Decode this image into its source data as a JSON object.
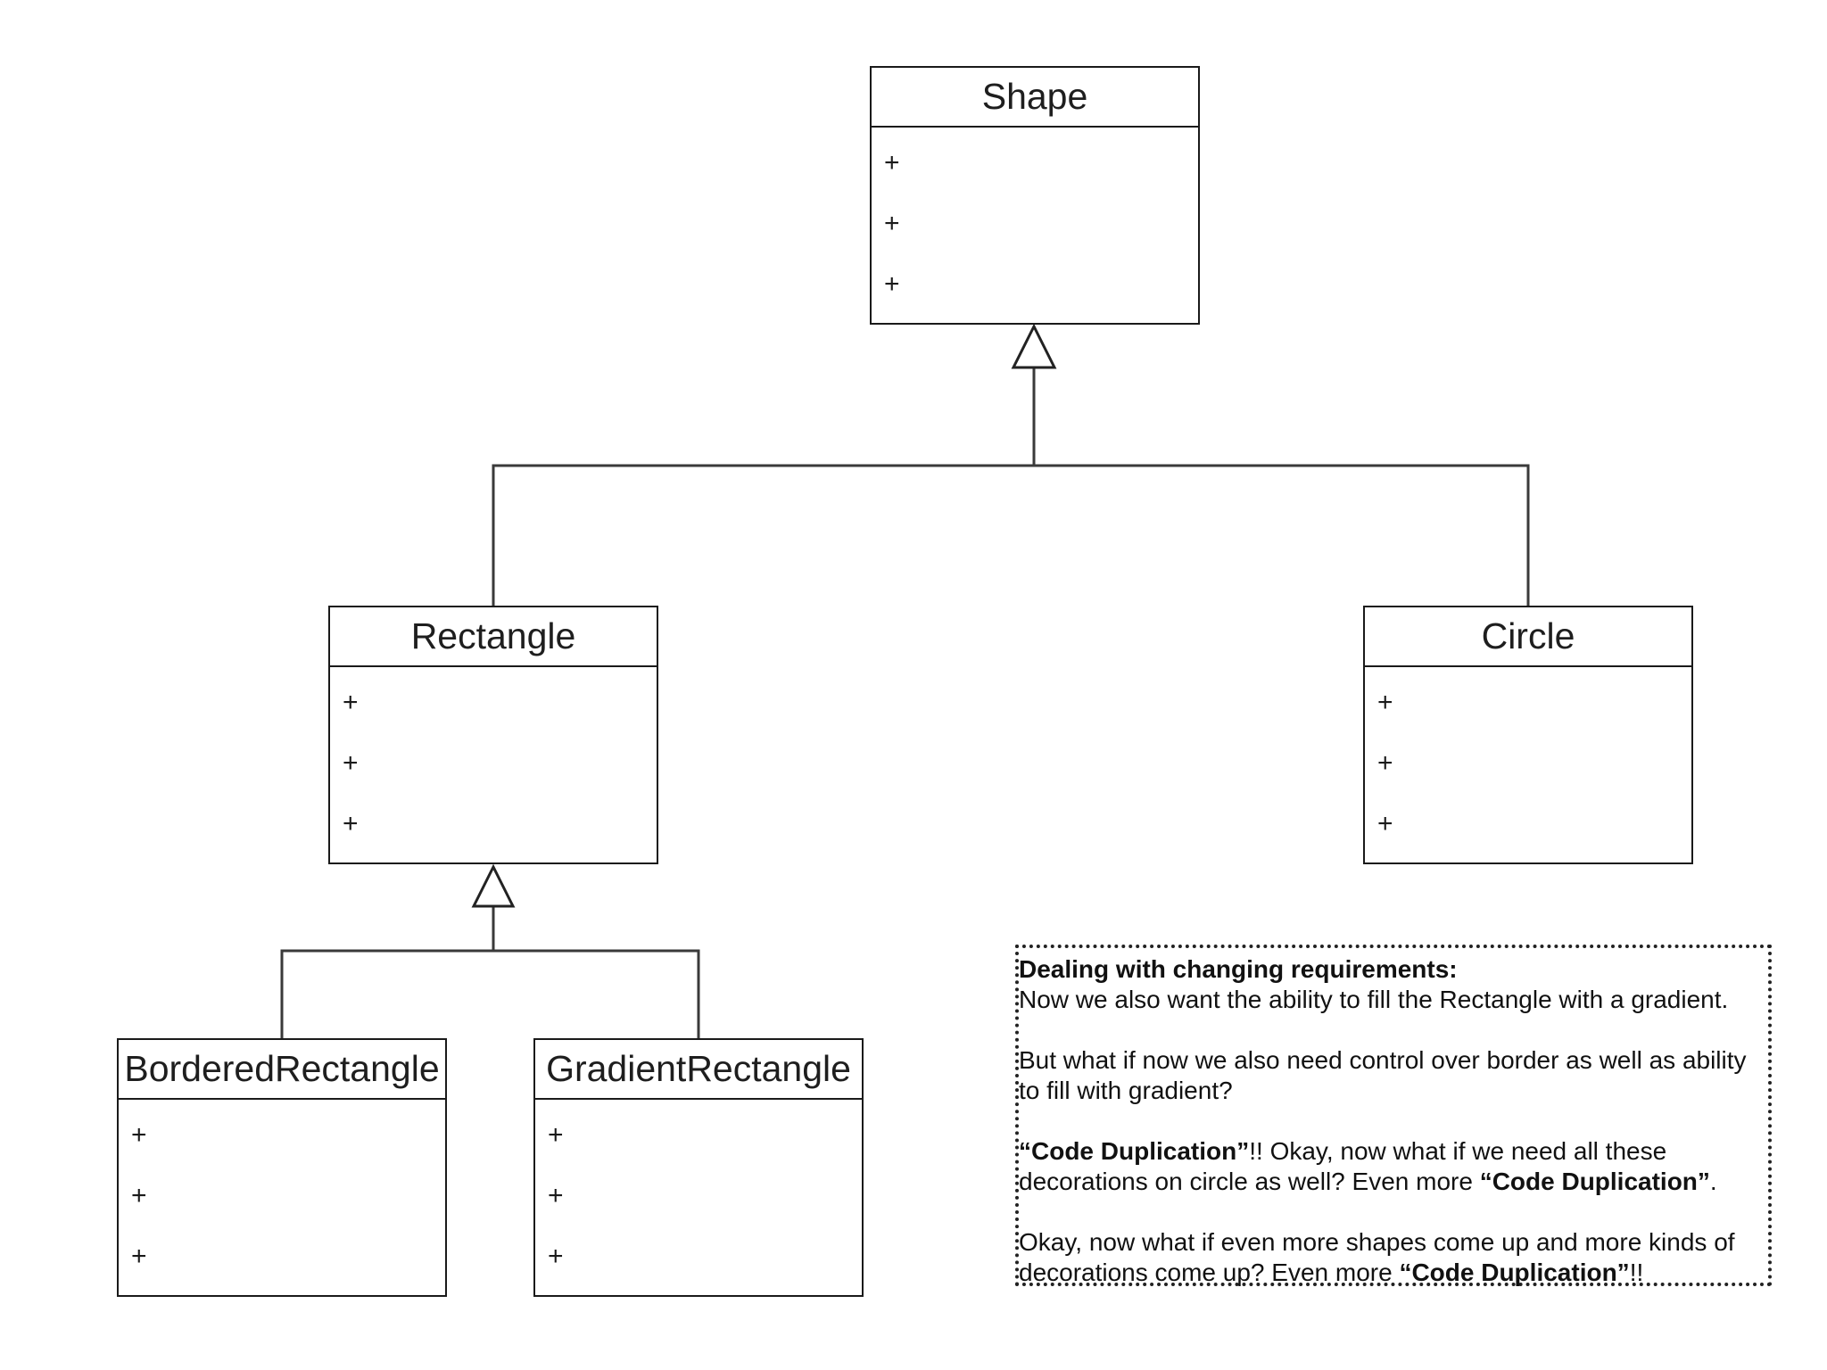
{
  "classes": {
    "shape": {
      "name": "Shape",
      "members": [
        "+",
        "+",
        "+"
      ]
    },
    "rectangle": {
      "name": "Rectangle",
      "members": [
        "+",
        "+",
        "+"
      ]
    },
    "circle": {
      "name": "Circle",
      "members": [
        "+",
        "+",
        "+"
      ]
    },
    "bordered_rectangle": {
      "name": "BorderedRectangle",
      "members": [
        "+",
        "+",
        "+"
      ]
    },
    "gradient_rectangle": {
      "name": "GradientRectangle",
      "members": [
        "+",
        "+",
        "+"
      ]
    }
  },
  "relationships": [
    {
      "type": "inheritance",
      "child": "Rectangle",
      "parent": "Shape"
    },
    {
      "type": "inheritance",
      "child": "Circle",
      "parent": "Shape"
    },
    {
      "type": "inheritance",
      "child": "BorderedRectangle",
      "parent": "Rectangle"
    },
    {
      "type": "inheritance",
      "child": "GradientRectangle",
      "parent": "Rectangle"
    }
  ],
  "note": {
    "heading": "Dealing with changing requirements:",
    "line1": "Now we also want the ability to fill the Rectangle with a gradient.",
    "p2_line1": "But what if now we also need control over border as well as ability",
    "p2_line2": "to fill with gradient?",
    "p3_bold1": "“Code Duplication”",
    "p3_text1": "!! Okay, now what if we need all these",
    "p3_text2": "decorations on circle as well? Even more ",
    "p3_bold2": "“Code Duplication”",
    "p3_text3": ".",
    "p4_line1": "Okay, now what if even more shapes come up and more kinds of",
    "p4_text2": "decorations come up? Even more ",
    "p4_bold": "“Code Duplication”",
    "p4_text3": "!!"
  }
}
